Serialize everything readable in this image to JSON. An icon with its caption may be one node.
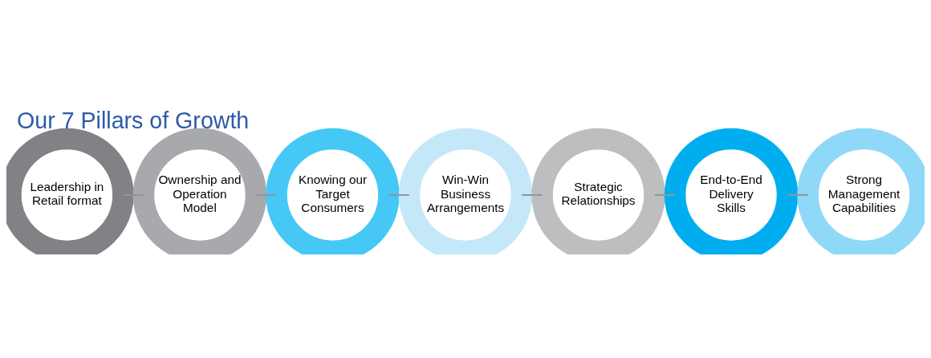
{
  "diagram": {
    "title": "Our 7 Pillars of Growth",
    "nodes": [
      {
        "text": [
          "Leadership in Retail format"
        ]
      },
      {
        "text": [
          "Ownership and Operation Model"
        ]
      },
      {
        "text": [
          "Knowing our Target Consumers"
        ]
      },
      {
        "text": [
          "Win-Win Business Arrangements"
        ]
      },
      {
        "text": [
          "Strategic Relationships"
        ]
      },
      {
        "text": [
          "End-to-End Delivery Skills"
        ]
      },
      {
        "text": [
          "Strong Management Capabilities"
        ]
      }
    ],
    "edges": [
      {
        "from": 0,
        "to": 1,
        "arrow": "none"
      },
      {
        "from": 1,
        "to": 2,
        "arrow": "none"
      },
      {
        "from": 2,
        "to": 3,
        "arrow": "none"
      },
      {
        "from": 3,
        "to": 4,
        "arrow": "none"
      },
      {
        "from": 4,
        "to": 5,
        "arrow": "none"
      },
      {
        "from": 5,
        "to": 6,
        "arrow": "none"
      }
    ]
  }
}
